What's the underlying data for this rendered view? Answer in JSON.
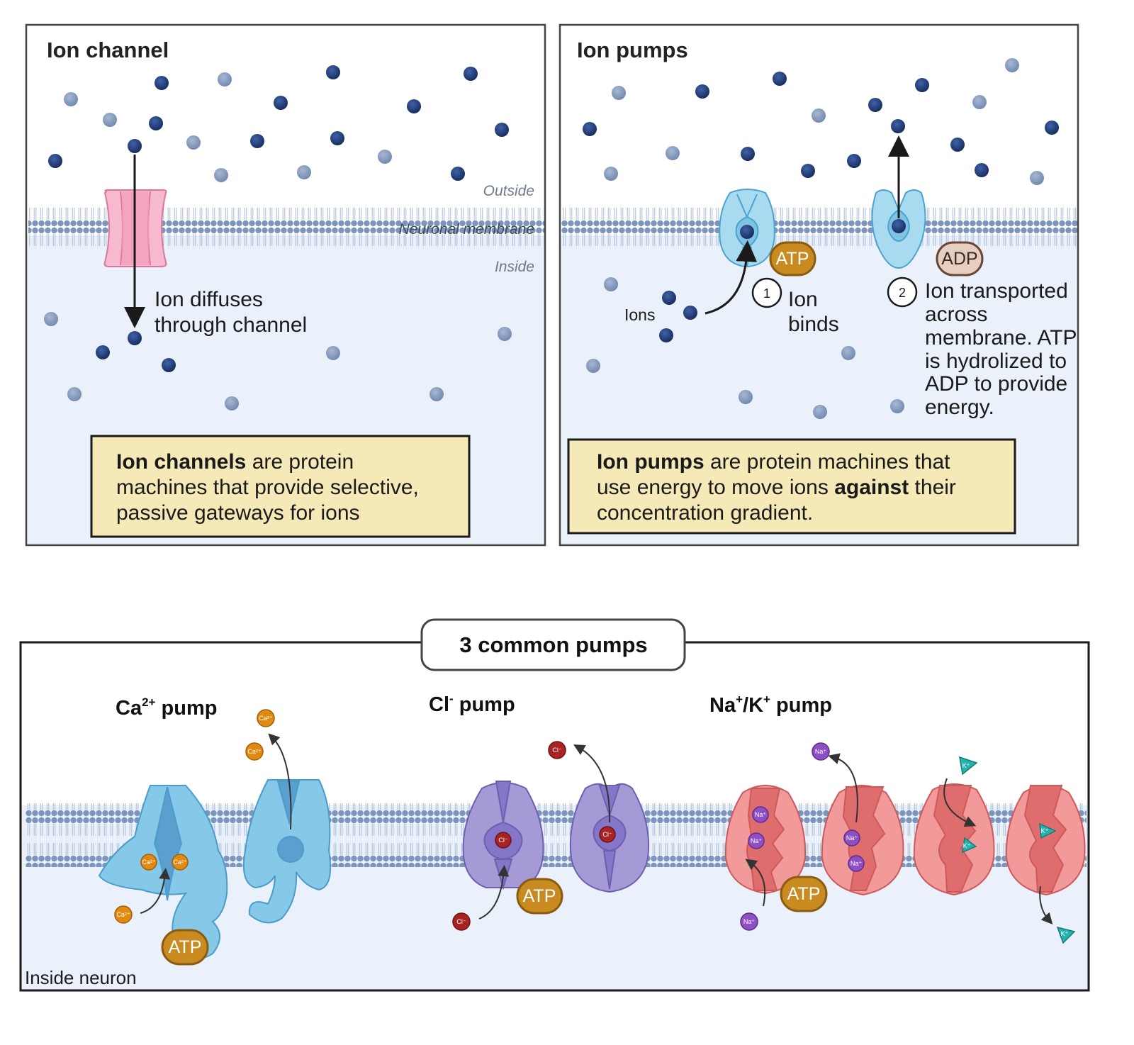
{
  "panel_channel": {
    "title": "Ion channel",
    "outside_label": "Outside",
    "membrane_label": "Neuronal membrane",
    "inside_label": "Inside",
    "diffuse_line1": "Ion diffuses",
    "diffuse_line2": "through channel",
    "caption_bold": "Ion channels",
    "caption_line1_rest": " are protein",
    "caption_line2": "machines that provide selective,",
    "caption_line3": "passive gateways for ions"
  },
  "panel_pumps": {
    "title": "Ion pumps",
    "ions_label": "Ions",
    "atp_label": "ATP",
    "adp_label": "ADP",
    "step1_number": "1",
    "step1_line1": "Ion",
    "step1_line2": "binds",
    "step2_number": "2",
    "step2_lines": [
      "Ion transported",
      "across",
      "membrane. ATP",
      "is hydrolized to",
      "ADP to provide",
      "energy."
    ],
    "caption_bold": "Ion pumps",
    "caption_line1_rest": " are protein machines that",
    "caption_line2_a": "use energy to move ions ",
    "caption_line2_bold": "against",
    "caption_line2_b": " their",
    "caption_line3": "concentration gradient."
  },
  "common_pumps": {
    "title": "3 common pumps",
    "inside_label": "Inside neuron",
    "ca_pump_base": "Ca",
    "ca_pump_sup": "2+",
    "ca_pump_rest": " pump",
    "cl_pump_base": "Cl",
    "cl_pump_sup": "-",
    "cl_pump_rest": " pump",
    "nak_pump_a": "Na",
    "nak_pump_sup1": "+",
    "nak_pump_b": "/K",
    "nak_pump_sup2": "+",
    "nak_pump_rest": " pump",
    "atp_label": "ATP",
    "ion_ca": "Ca²⁺",
    "ion_cl": "Cl⁻",
    "ion_na": "Na⁺",
    "ion_k": "K⁺"
  },
  "colors": {
    "inside_fill": "#eaf1fa",
    "dark_ion": "#1f3b73",
    "light_ion": "#7e93b5",
    "caption_fill": "#f5e9b8",
    "channel_pink": "#f7b9cf",
    "pump_blue": "#86c8e8",
    "ca_blue": "#6aaed6",
    "cl_purple": "#a69ad6",
    "nak_red": "#f29a9a",
    "atp_gold": "#c98a1f",
    "adp_tan": "#e6cfc0",
    "ca_ion": "#e08a12",
    "cl_ion": "#a82424",
    "na_ion": "#8e4fc4",
    "k_ion": "#25b3b0"
  }
}
